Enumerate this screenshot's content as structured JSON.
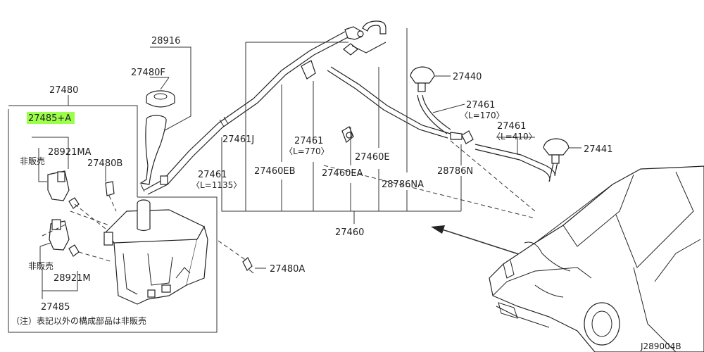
{
  "labels": {
    "p28916": "28916",
    "p27480F": "27480F",
    "p27480": "27480",
    "p27485A": "27485+A",
    "p28921MA": "28921MA",
    "hanbai1": "非販売",
    "p27480B": "27480B",
    "hanbai2": "非販売",
    "p28921M": "28921M",
    "p27485": "27485",
    "note": "（注）表記以外の構成部品は非販売",
    "p27480A": "27480A",
    "p27461J": "27461J",
    "p27461_770": "27461",
    "p27461_770_len": "〈L=770〉",
    "p27460EB": "27460EB",
    "p27461_1135": "27461",
    "p27461_1135_len": "〈L=1135〉",
    "p27460E": "27460E",
    "p27460EA": "27460EA",
    "p28786N": "28786N",
    "p28786NA": "28786NA",
    "p27460": "27460",
    "p27440": "27440",
    "p27461_170": "27461",
    "p27461_170_len": "〈L=170〉",
    "p27461_410": "27461",
    "p27461_410_len": "〈L=410〉",
    "p27441": "27441",
    "diagram_id": "J289004B"
  },
  "highlight_color": "#9bff4a"
}
